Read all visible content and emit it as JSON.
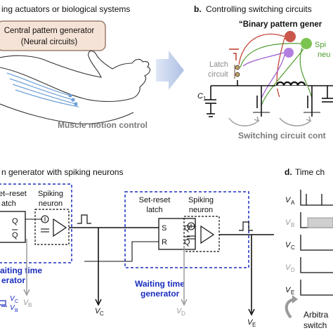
{
  "panel_a": {
    "title": "ing actuators or biological systems",
    "cpg_line1": "Central pattern generator",
    "cpg_line2": "(Neural circuits)",
    "caption": "Muscle motion control"
  },
  "panel_b": {
    "letter": "b.",
    "title": "Controlling switching circuits",
    "quote": "“Binary pattern gener",
    "spiking_line1": "Spi",
    "spiking_line2": "neu",
    "latch_line1": "Latch",
    "latch_line2": "circuit",
    "capacitor_label": "C",
    "capacitor_sub": "1",
    "caption": "Switching circuit cont"
  },
  "panel_c": {
    "title": "n generator with spiking neurons",
    "latch_left_line1": "et–reset",
    "latch_left_line2": "atch",
    "q": "Q",
    "q_bar": "Q",
    "spiking_neuron_line1": "Spiking",
    "spiking_neuron_line2": "neuron",
    "latch_right_line1": "Set-reset",
    "latch_right_line2": "latch",
    "s": "S",
    "r": "R",
    "waiting_left_line1": "aiting time",
    "waiting_left_line2": "erator",
    "waiting_right_line1": "Waiting time",
    "waiting_right_line2": "generator",
    "v_b": "V",
    "v_b_sub": "B",
    "v_c": "V",
    "v_c_sub": "C",
    "v_d": "V",
    "v_d_sub": "D",
    "v_e": "V",
    "v_e_sub": "E",
    "legend_vc": "V",
    "legend_vc_sub": "C",
    "legend_vb": "V",
    "legend_vb_sub": "B"
  },
  "panel_d": {
    "letter": "d.",
    "title": "Time ch",
    "signals": [
      {
        "label": "V",
        "sub": "A",
        "style": "black"
      },
      {
        "label": "V",
        "sub": "B",
        "style": "gray"
      },
      {
        "label": "V",
        "sub": "C",
        "style": "black"
      },
      {
        "label": "V",
        "sub": "D",
        "style": "gray"
      },
      {
        "label": "V",
        "sub": "E",
        "style": "black"
      }
    ],
    "caption_line1": "Arbitra",
    "caption_line2": "switch"
  },
  "colors": {
    "blue_dashed": "#1a2dbf",
    "cpg_box": "#f6e3d7",
    "cpg_border": "#8a6a58",
    "arrow": "#b8c8e8",
    "arm_lines": "#6ea0d8",
    "green": "#4e9a2e",
    "purple": "#9b59d0",
    "red": "#c0392b",
    "gray_signal": "#9a9a9a"
  }
}
